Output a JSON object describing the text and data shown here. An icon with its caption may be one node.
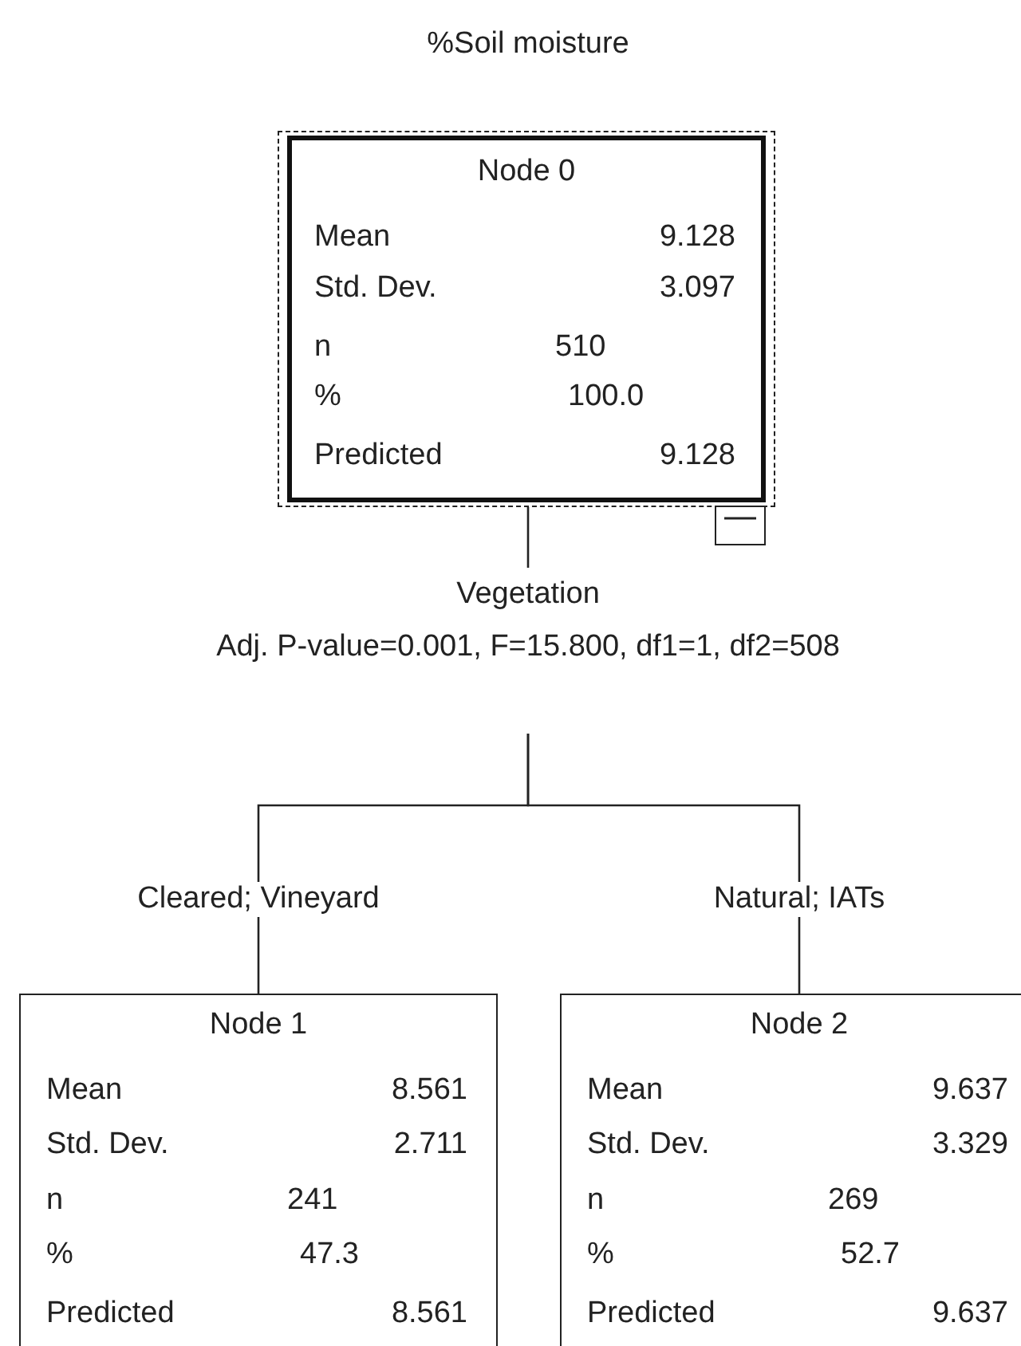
{
  "diagram": {
    "title": "%Soil moisture",
    "nodes": [
      {
        "text": [
          "Node 0",
          "Mean",
          "9.128",
          "Std. Dev.",
          "3.097",
          "n",
          "510",
          "%",
          "100.0",
          "Predicted",
          "9.128"
        ]
      },
      {
        "text": [
          "Vegetation",
          "Adj. P-value=0.001, F=15.800, df1=1, df2=508"
        ]
      },
      {
        "text": [
          "Node 1",
          "Mean",
          "8.561",
          "Std. Dev.",
          "2.711",
          "n",
          "241",
          "%",
          "47.3",
          "Predicted",
          "8.561"
        ]
      },
      {
        "text": [
          "Node 2",
          "Mean",
          "9.637",
          "Std. Dev.",
          "3.329",
          "n",
          "269",
          "%",
          "52.7",
          "Predicted",
          "9.637"
        ]
      }
    ],
    "edges": [
      {
        "from": 0,
        "to": 1,
        "arrow": "none"
      },
      {
        "from": 1,
        "to": 2,
        "arrow": "none",
        "label": "Cleared; Vineyard"
      },
      {
        "from": 1,
        "to": 3,
        "arrow": "none",
        "label": "Natural; IATs"
      }
    ]
  }
}
